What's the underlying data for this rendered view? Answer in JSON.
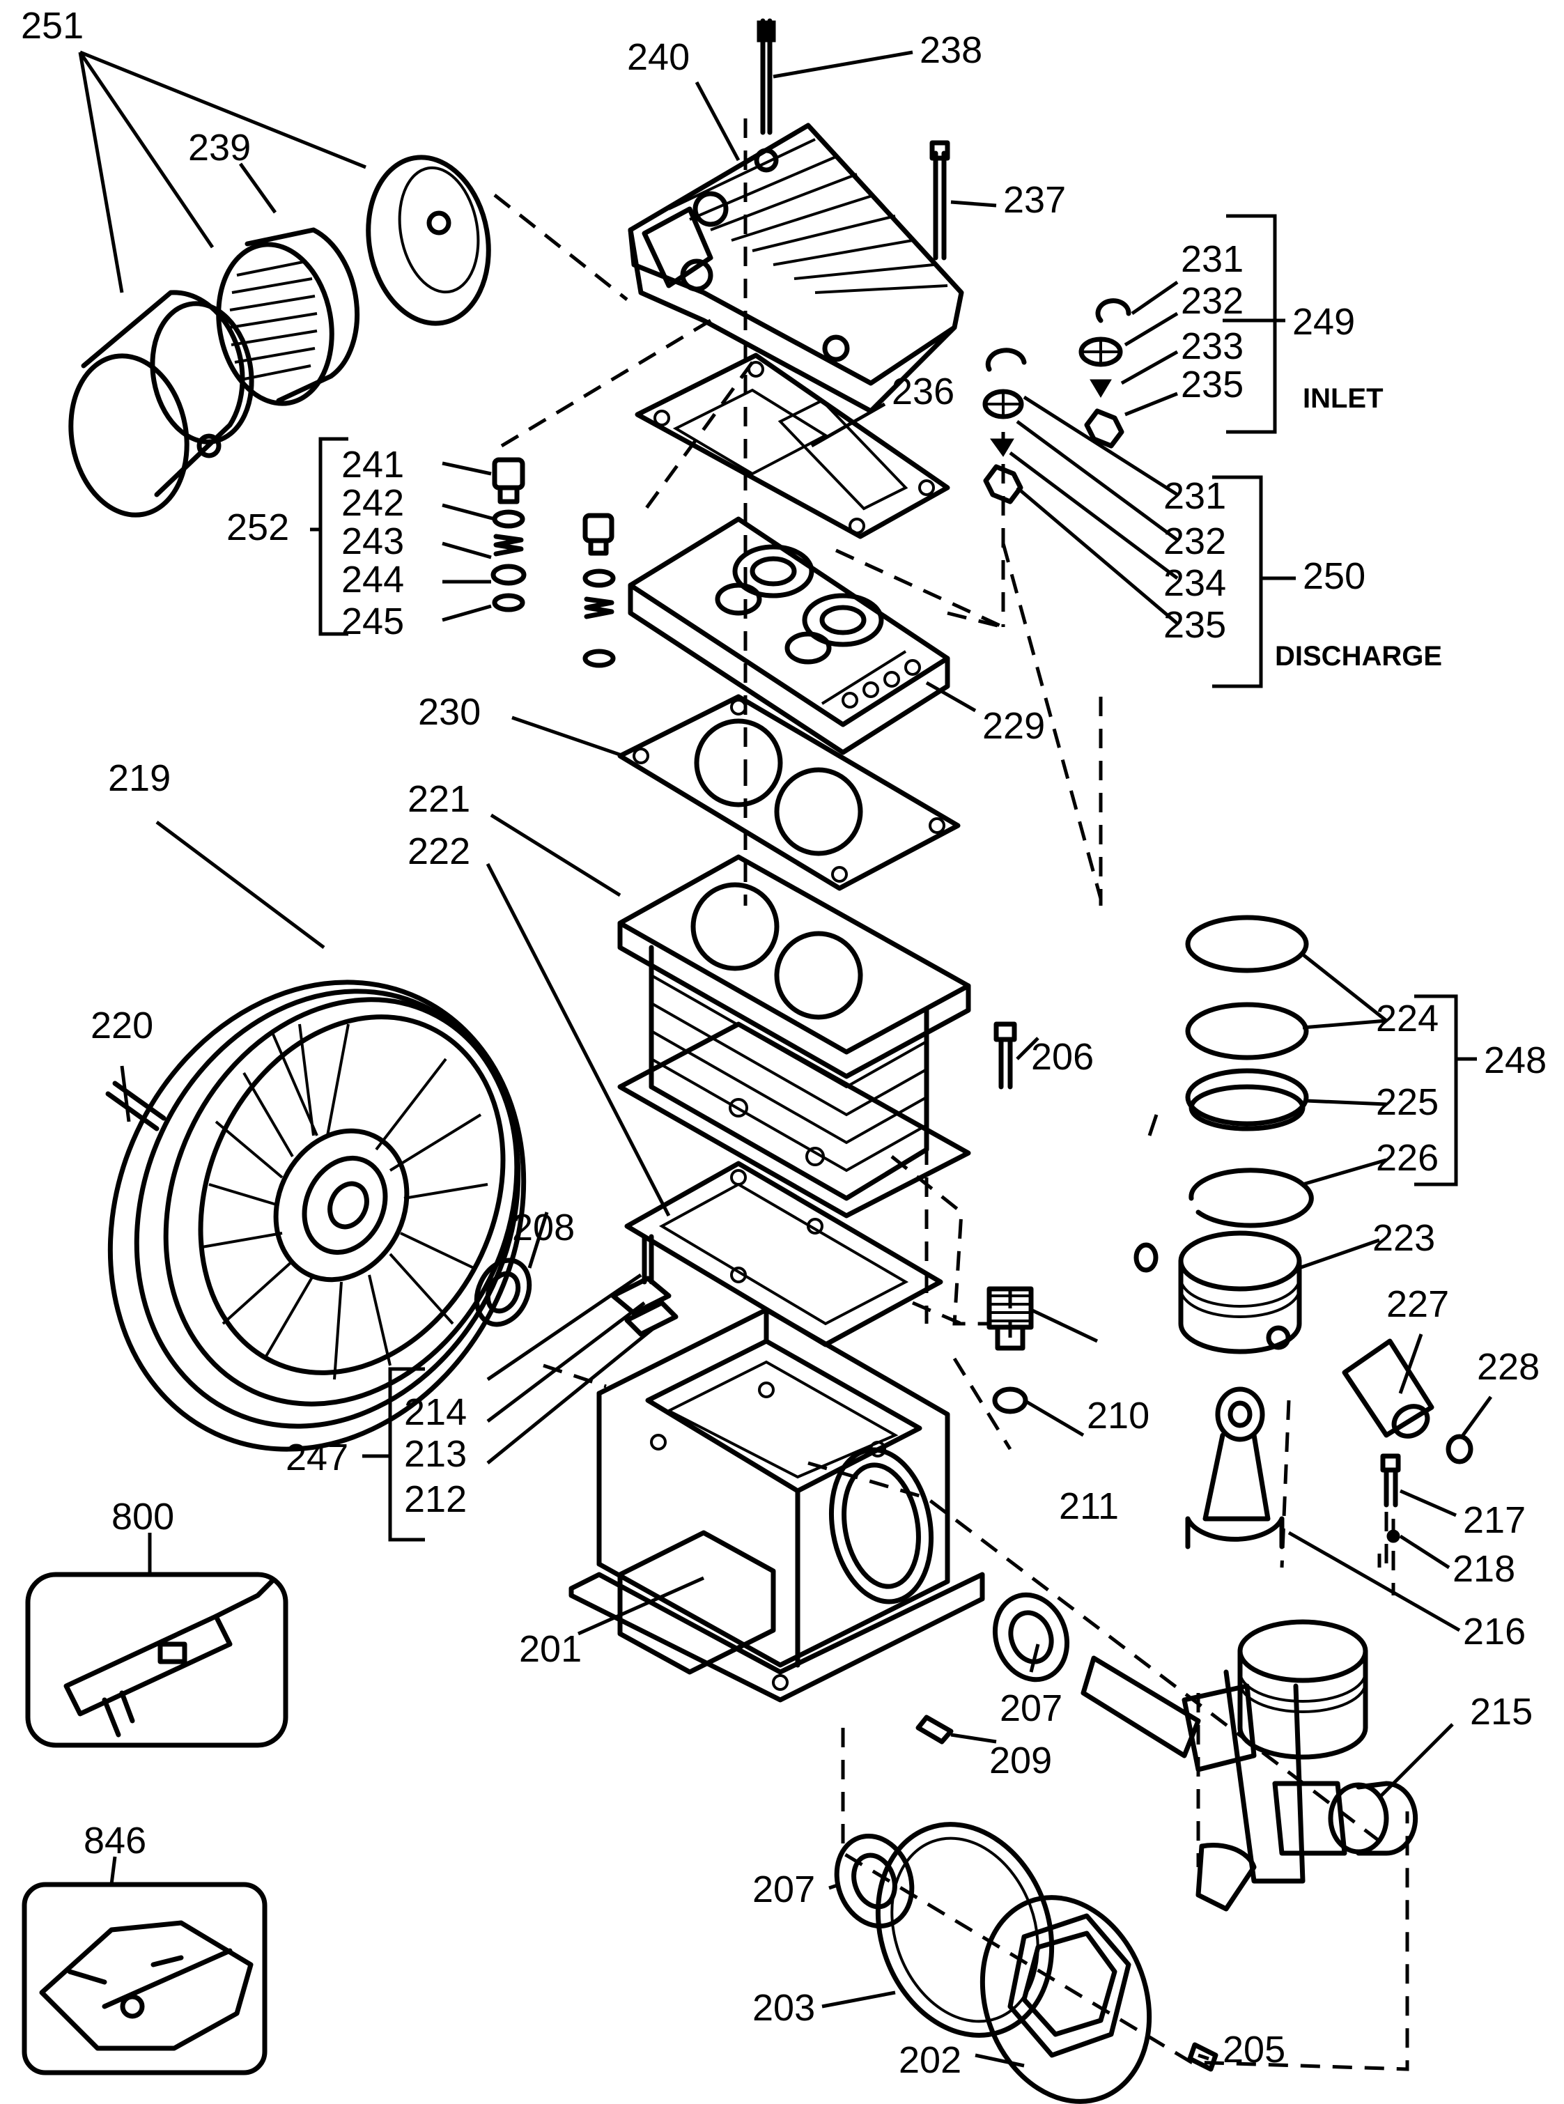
{
  "labels": {
    "p251": "251",
    "p239": "239",
    "p240": "240",
    "p238": "238",
    "p237": "237",
    "p231a": "231",
    "p232a": "232",
    "p233": "233",
    "p235a": "235",
    "p249": "249",
    "p236": "236",
    "p241": "241",
    "p242": "242",
    "p243": "243",
    "p244": "244",
    "p245": "245",
    "p252": "252",
    "p231b": "231",
    "p232b": "232",
    "p234": "234",
    "p235b": "235",
    "p250": "250",
    "p229": "229",
    "p230": "230",
    "p219": "219",
    "p221": "221",
    "p222": "222",
    "p220": "220",
    "p206": "206",
    "p224": "224",
    "p248": "248",
    "p225": "225",
    "p226": "226",
    "p208": "208",
    "p223": "223",
    "p227": "227",
    "p228": "228",
    "p214": "214",
    "p213": "213",
    "p212": "212",
    "p247": "247",
    "p210": "210",
    "p211": "211",
    "p217": "217",
    "p218": "218",
    "p216": "216",
    "p800": "800",
    "p201": "201",
    "p207a": "207",
    "p209": "209",
    "p215": "215",
    "p846": "846",
    "p207b": "207",
    "p203": "203",
    "p202": "202",
    "p205": "205"
  },
  "words": {
    "inlet": "INLET",
    "discharge": "DISCHARGE"
  }
}
